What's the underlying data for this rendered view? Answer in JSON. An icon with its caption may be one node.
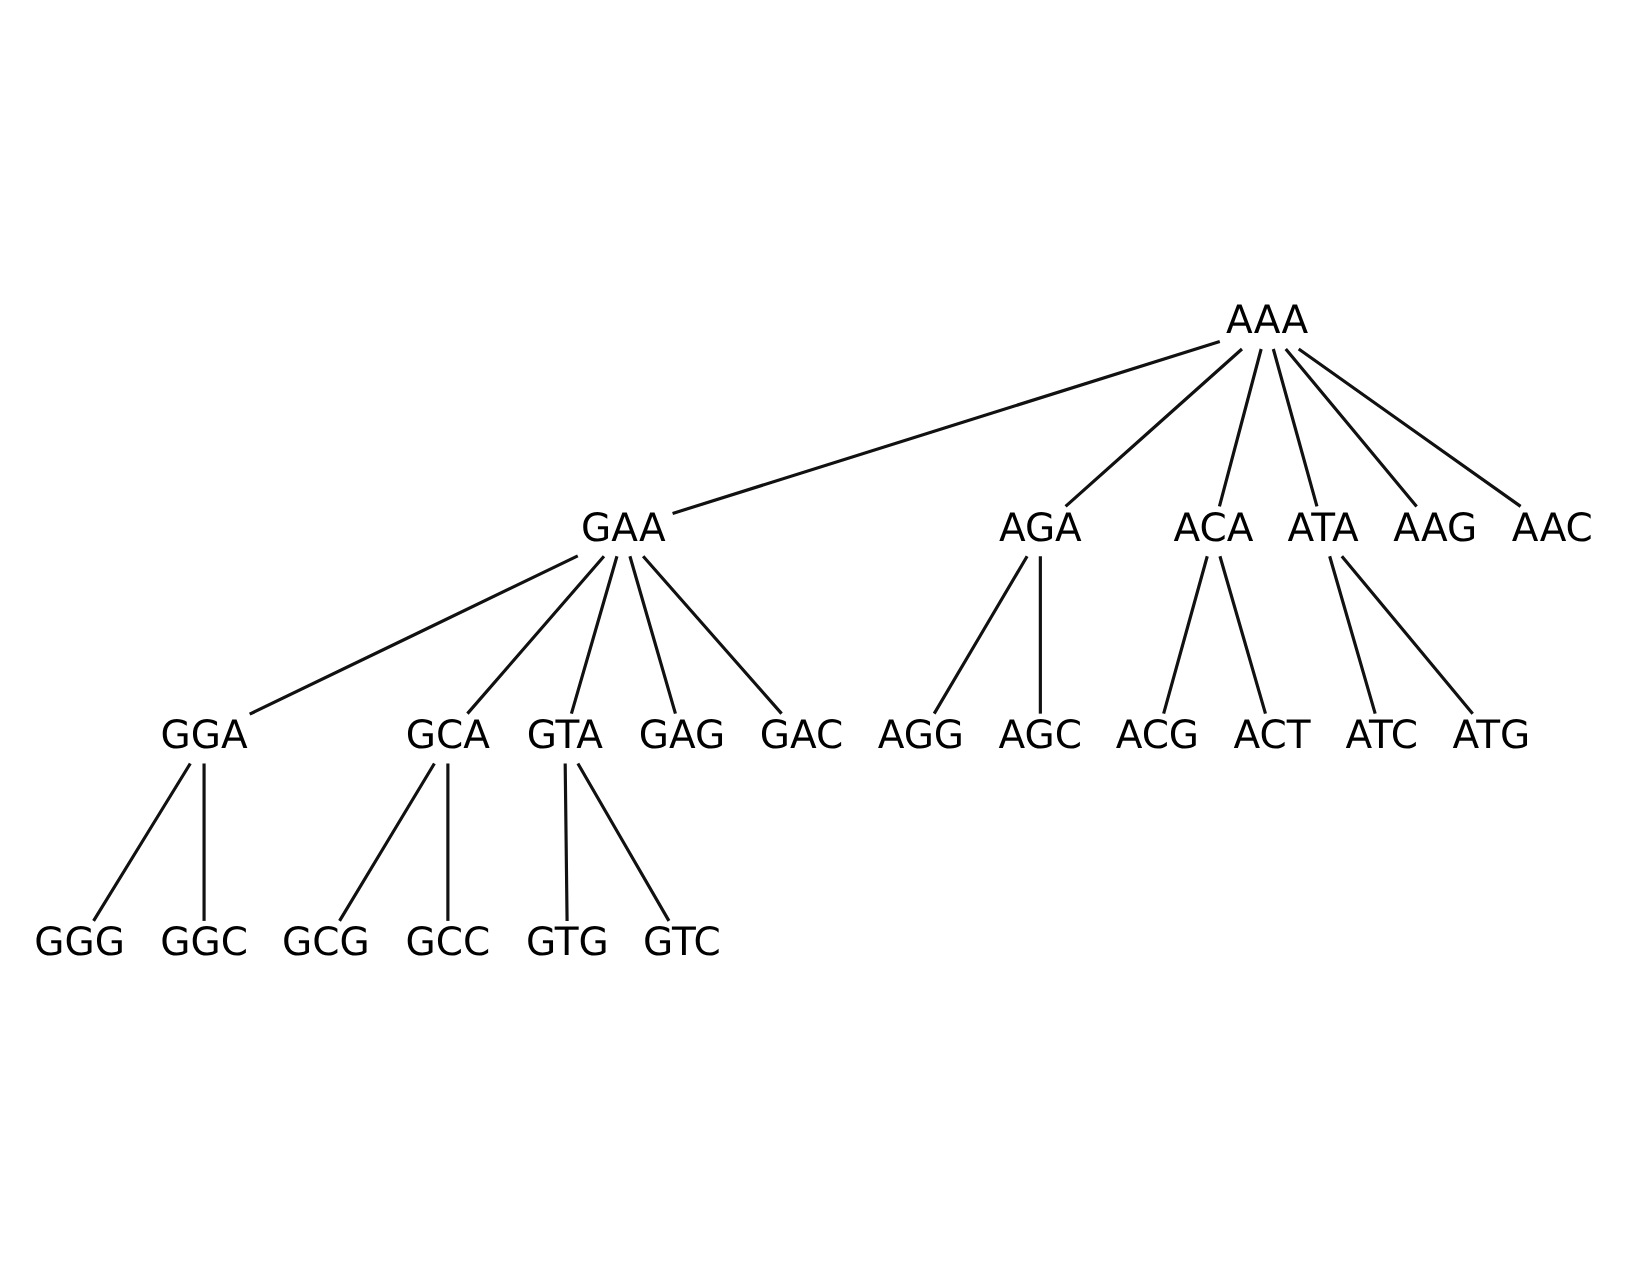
{
  "diagram": {
    "nodes": [
      {
        "text": [
          "AAA"
        ]
      },
      {
        "text": [
          "GAA"
        ]
      },
      {
        "text": [
          "AGA"
        ]
      },
      {
        "text": [
          "ACA"
        ]
      },
      {
        "text": [
          "ATA"
        ]
      },
      {
        "text": [
          "AAG"
        ]
      },
      {
        "text": [
          "AAC"
        ]
      },
      {
        "text": [
          "GGA"
        ]
      },
      {
        "text": [
          "GCA"
        ]
      },
      {
        "text": [
          "GTA"
        ]
      },
      {
        "text": [
          "GAG"
        ]
      },
      {
        "text": [
          "GAC"
        ]
      },
      {
        "text": [
          "AGG"
        ]
      },
      {
        "text": [
          "AGC"
        ]
      },
      {
        "text": [
          "ACG"
        ]
      },
      {
        "text": [
          "ACT"
        ]
      },
      {
        "text": [
          "ATC"
        ]
      },
      {
        "text": [
          "ATG"
        ]
      },
      {
        "text": [
          "GGG"
        ]
      },
      {
        "text": [
          "GGC"
        ]
      },
      {
        "text": [
          "GCG"
        ]
      },
      {
        "text": [
          "GCC"
        ]
      },
      {
        "text": [
          "GTG"
        ]
      },
      {
        "text": [
          "GTC"
        ]
      }
    ],
    "edges": [
      {
        "from": 0,
        "to": 1,
        "arrow": "none"
      },
      {
        "from": 0,
        "to": 2,
        "arrow": "none"
      },
      {
        "from": 0,
        "to": 3,
        "arrow": "none"
      },
      {
        "from": 0,
        "to": 4,
        "arrow": "none"
      },
      {
        "from": 0,
        "to": 5,
        "arrow": "none"
      },
      {
        "from": 0,
        "to": 6,
        "arrow": "none"
      },
      {
        "from": 1,
        "to": 7,
        "arrow": "none"
      },
      {
        "from": 1,
        "to": 8,
        "arrow": "none"
      },
      {
        "from": 1,
        "to": 9,
        "arrow": "none"
      },
      {
        "from": 1,
        "to": 10,
        "arrow": "none"
      },
      {
        "from": 1,
        "to": 11,
        "arrow": "none"
      },
      {
        "from": 2,
        "to": 12,
        "arrow": "none"
      },
      {
        "from": 2,
        "to": 13,
        "arrow": "none"
      },
      {
        "from": 3,
        "to": 14,
        "arrow": "none"
      },
      {
        "from": 3,
        "to": 15,
        "arrow": "none"
      },
      {
        "from": 4,
        "to": 16,
        "arrow": "none"
      },
      {
        "from": 4,
        "to": 17,
        "arrow": "none"
      },
      {
        "from": 7,
        "to": 18,
        "arrow": "none"
      },
      {
        "from": 7,
        "to": 19,
        "arrow": "none"
      },
      {
        "from": 8,
        "to": 20,
        "arrow": "none"
      },
      {
        "from": 8,
        "to": 21,
        "arrow": "none"
      },
      {
        "from": 9,
        "to": 22,
        "arrow": "none"
      },
      {
        "from": 9,
        "to": 23,
        "arrow": "none"
      }
    ]
  }
}
